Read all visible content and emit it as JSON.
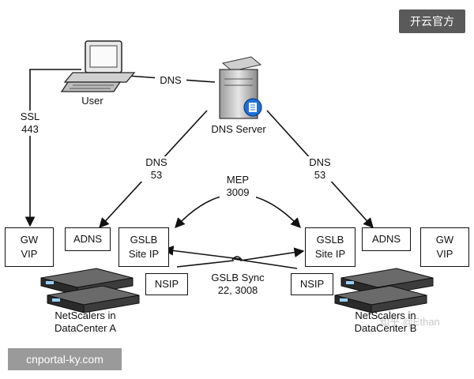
{
  "watermarks": {
    "top_right": "开云官方",
    "bottom_left": "cnportal-ky.com",
    "mid_right": "知乎 @Ethan"
  },
  "nodes": {
    "user": "User",
    "dns_server": "DNS Server",
    "gw_vip_left": [
      "GW",
      "VIP"
    ],
    "adns_left": "ADNS",
    "gslb_left": [
      "GSLB",
      "Site IP"
    ],
    "gslb_right": [
      "GSLB",
      "Site IP"
    ],
    "adns_right": "ADNS",
    "gw_vip_right": [
      "GW",
      "VIP"
    ],
    "nsip_left": "NSIP",
    "nsip_right": "NSIP",
    "netscalers_a": [
      "NetScalers in",
      "DataCenter A"
    ],
    "netscalers_b": [
      "NetScalers in",
      "DataCenter B"
    ]
  },
  "edges": {
    "user_dns": "DNS",
    "ssl": [
      "SSL",
      "443"
    ],
    "dns_left": [
      "DNS",
      "53"
    ],
    "dns_right": [
      "DNS",
      "53"
    ],
    "mep": [
      "MEP",
      "3009"
    ],
    "gslb_sync": [
      "GSLB Sync",
      "22, 3008"
    ]
  },
  "icons": {
    "user": "computer-icon",
    "dns_server": "server-icon",
    "netscalers_a": "appliance-stack-icon",
    "netscalers_b": "appliance-stack-icon"
  }
}
